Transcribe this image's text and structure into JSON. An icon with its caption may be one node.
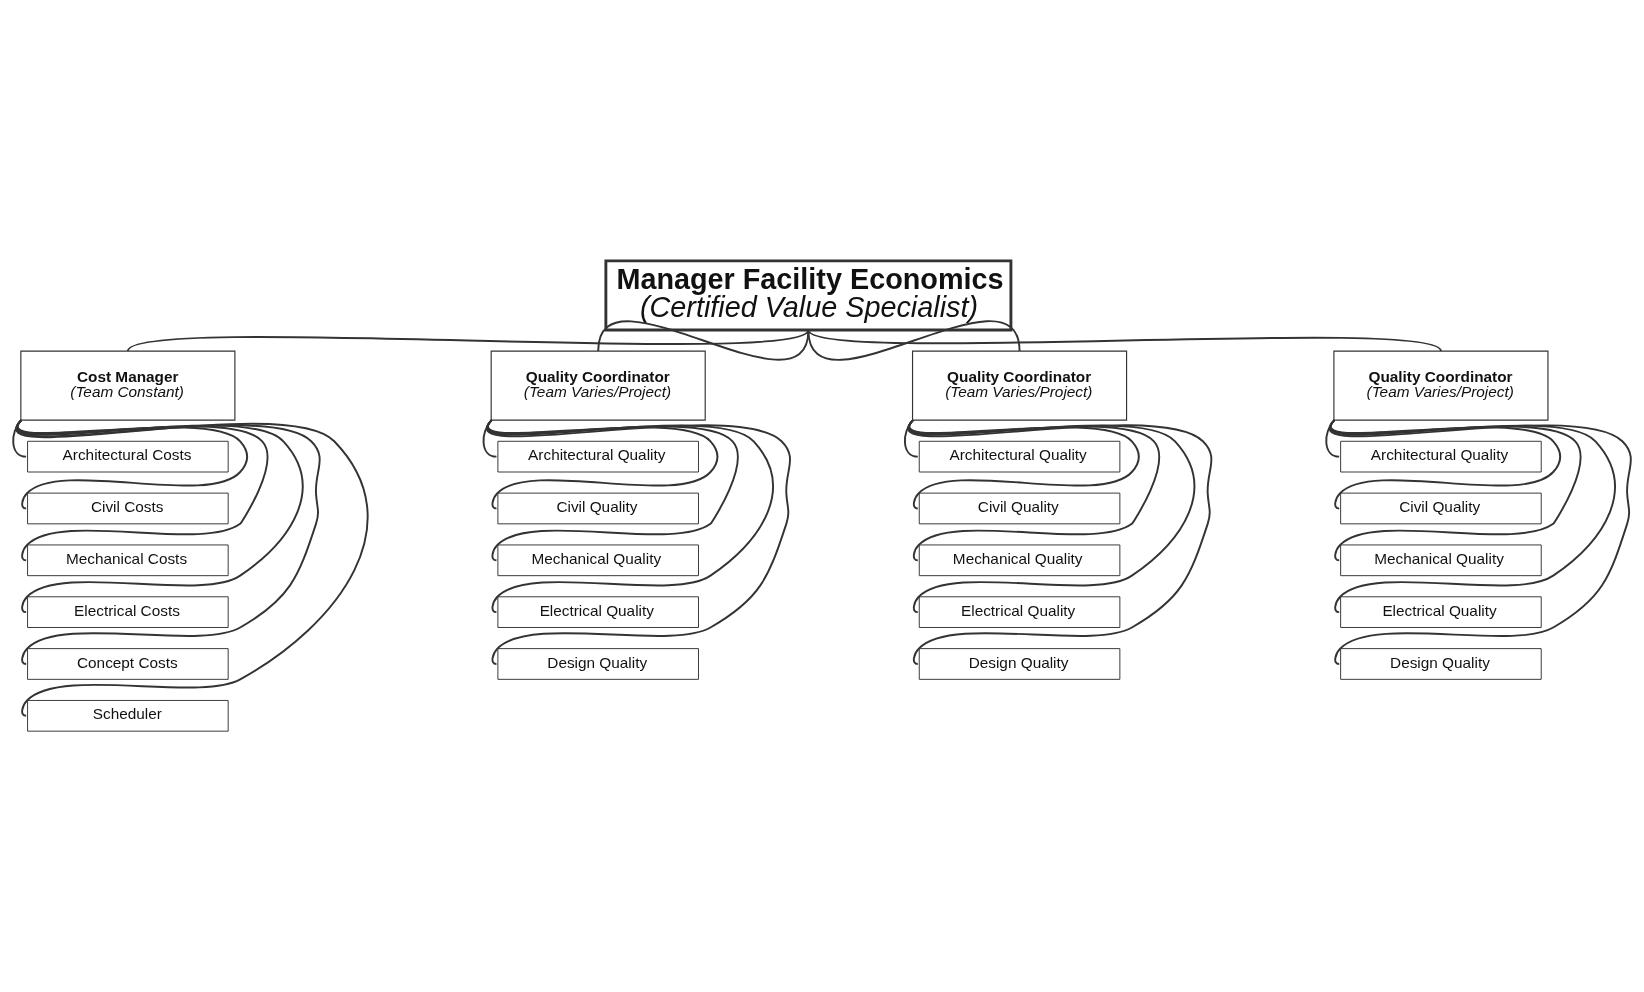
{
  "diagram": {
    "nodes": [
      {
        "text": [
          "Manager Facility Economics",
          "(Certified Value Specialist)"
        ]
      },
      {
        "text": [
          "Cost Manager",
          "(Team Constant)"
        ]
      },
      {
        "text": [
          "Quality Coordinator",
          "(Team Varies/Project)"
        ]
      },
      {
        "text": [
          "Quality Coordinator",
          "(Team Varies/Project)"
        ]
      },
      {
        "text": [
          "Quality Coordinator",
          "(Team Varies/Project)"
        ]
      },
      {
        "text": [
          "Architectural Costs"
        ]
      },
      {
        "text": [
          "Civil Costs"
        ]
      },
      {
        "text": [
          "Mechanical Costs"
        ]
      },
      {
        "text": [
          "Electrical Costs"
        ]
      },
      {
        "text": [
          "Concept Costs"
        ]
      },
      {
        "text": [
          "Scheduler"
        ]
      },
      {
        "text": [
          "Architectural Quality"
        ]
      },
      {
        "text": [
          "Civil Quality"
        ]
      },
      {
        "text": [
          "Mechanical Quality"
        ]
      },
      {
        "text": [
          "Electrical Quality"
        ]
      },
      {
        "text": [
          "Design Quality"
        ]
      },
      {
        "text": [
          "Architectural Quality"
        ]
      },
      {
        "text": [
          "Civil Quality"
        ]
      },
      {
        "text": [
          "Mechanical Quality"
        ]
      },
      {
        "text": [
          "Electrical Quality"
        ]
      },
      {
        "text": [
          "Design Quality"
        ]
      },
      {
        "text": [
          "Architectural Quality"
        ]
      },
      {
        "text": [
          "Civil Quality"
        ]
      },
      {
        "text": [
          "Mechanical Quality"
        ]
      },
      {
        "text": [
          "Electrical Quality"
        ]
      },
      {
        "text": [
          "Design Quality"
        ]
      }
    ],
    "edges": [
      {
        "from": 0,
        "to": 1,
        "arrow": "none"
      },
      {
        "from": 0,
        "to": 2,
        "arrow": "none"
      },
      {
        "from": 0,
        "to": 3,
        "arrow": "none"
      },
      {
        "from": 0,
        "to": 4,
        "arrow": "none"
      },
      {
        "from": 1,
        "to": 5,
        "arrow": "none"
      },
      {
        "from": 1,
        "to": 6,
        "arrow": "none"
      },
      {
        "from": 1,
        "to": 7,
        "arrow": "none"
      },
      {
        "from": 1,
        "to": 8,
        "arrow": "none"
      },
      {
        "from": 1,
        "to": 9,
        "arrow": "none"
      },
      {
        "from": 1,
        "to": 10,
        "arrow": "none"
      },
      {
        "from": 2,
        "to": 11,
        "arrow": "none"
      },
      {
        "from": 2,
        "to": 12,
        "arrow": "none"
      },
      {
        "from": 2,
        "to": 13,
        "arrow": "none"
      },
      {
        "from": 2,
        "to": 14,
        "arrow": "none"
      },
      {
        "from": 2,
        "to": 15,
        "arrow": "none"
      },
      {
        "from": 3,
        "to": 16,
        "arrow": "none"
      },
      {
        "from": 3,
        "to": 17,
        "arrow": "none"
      },
      {
        "from": 3,
        "to": 18,
        "arrow": "none"
      },
      {
        "from": 3,
        "to": 19,
        "arrow": "none"
      },
      {
        "from": 3,
        "to": 20,
        "arrow": "none"
      },
      {
        "from": 4,
        "to": 21,
        "arrow": "none"
      },
      {
        "from": 4,
        "to": 22,
        "arrow": "none"
      },
      {
        "from": 4,
        "to": 23,
        "arrow": "none"
      },
      {
        "from": 4,
        "to": 24,
        "arrow": "none"
      },
      {
        "from": 4,
        "to": 25,
        "arrow": "none"
      }
    ]
  }
}
